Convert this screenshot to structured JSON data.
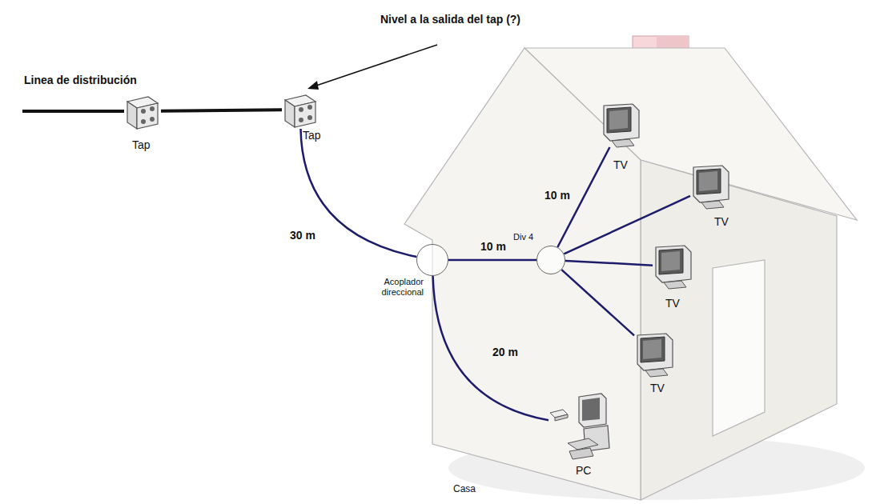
{
  "diagram": {
    "nodes": [
      {
        "text": [
          "Tap"
        ]
      },
      {
        "text": [
          "Tap"
        ]
      },
      {
        "text": [
          "Acoplador direccional"
        ]
      },
      {
        "text": [
          "Div 4"
        ]
      },
      {
        "text": [
          "TV"
        ]
      },
      {
        "text": [
          "TV"
        ]
      },
      {
        "text": [
          "TV"
        ]
      },
      {
        "text": [
          "TV"
        ]
      },
      {
        "text": [
          "PC"
        ]
      }
    ],
    "edges": [
      {
        "from": 0,
        "to": 1,
        "arrow": "none"
      },
      {
        "from": 1,
        "to": 2,
        "label": "30 m",
        "arrow": "none"
      },
      {
        "from": 2,
        "to": 3,
        "label": "10 m",
        "arrow": "none"
      },
      {
        "from": 2,
        "to": 8,
        "label": "20 m",
        "arrow": "none"
      },
      {
        "from": 3,
        "to": 4,
        "label": "10 m",
        "arrow": "none"
      },
      {
        "from": 3,
        "to": 5,
        "arrow": "none"
      },
      {
        "from": 3,
        "to": 6,
        "arrow": "none"
      },
      {
        "from": 3,
        "to": 7,
        "arrow": "none"
      }
    ],
    "labels": [
      "Linea de distribución",
      "Nivel a la salida del tap (?)",
      "Casa"
    ]
  }
}
